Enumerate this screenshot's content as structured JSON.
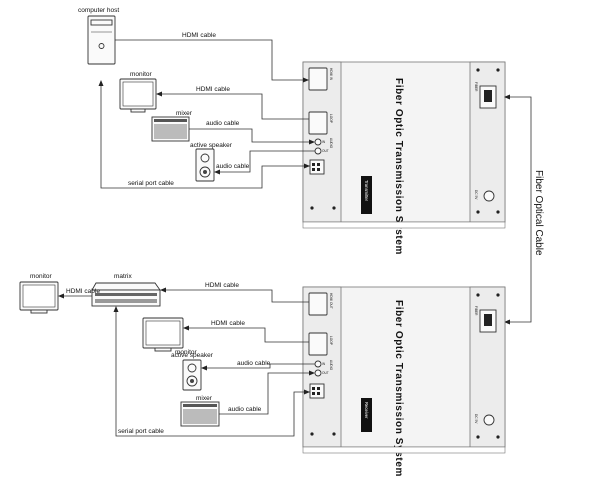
{
  "labels": {
    "computer_host": "computer host",
    "monitor_top": "monitor",
    "mixer_top": "mixer",
    "active_speaker_top": "active speaker",
    "monitor_left": "monitor",
    "matrix": "matrix",
    "monitor_bottom": "monitor",
    "active_speaker_bottom": "active speaker",
    "mixer_bottom": "mixer"
  },
  "cables": {
    "top_hdmi_1": "HDMI cable",
    "top_hdmi_2": "HDMI cable",
    "top_audio_1": "audio cable",
    "top_audio_2": "audio cable",
    "top_serial": "serial port cable",
    "bottom_hdmi_matrix": "HDMI cable",
    "bottom_hdmi_1": "HDMI cable",
    "bottom_hdmi_2": "HDMI cable",
    "bottom_audio_1": "audio cable",
    "bottom_audio_2": "audio cable",
    "bottom_serial": "serial port cable"
  },
  "fiber_label": "Fiber Optical Cable",
  "transmitter": {
    "title": "Fiber Optic Transmission System",
    "badge": "Transmitter",
    "ports": [
      "HDMI IN",
      "LOOP",
      "AUDIO",
      "IN",
      "OUT"
    ],
    "fiber_port": "FIBER",
    "power_port": "DC 5V"
  },
  "receiver": {
    "title": "Fiber Optic Transmission System",
    "badge": "Receiver",
    "ports": [
      "HDMI OUT",
      "LOOP",
      "AUDIO",
      "IN",
      "OUT"
    ],
    "fiber_port": "FIBER",
    "power_port": "DC 5V"
  }
}
